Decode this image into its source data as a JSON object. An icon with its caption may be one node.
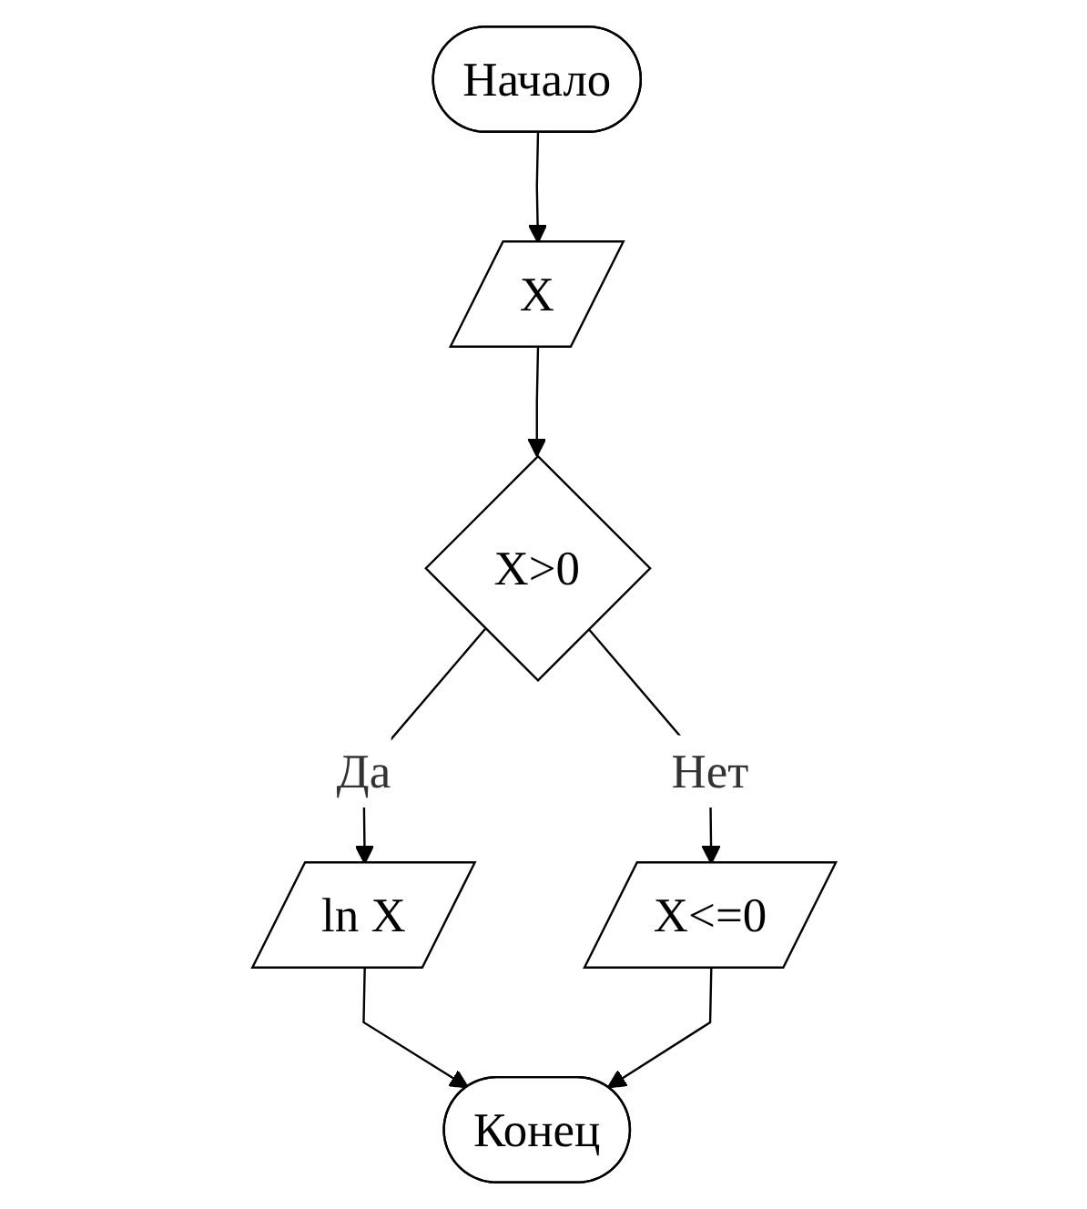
{
  "diagram": {
    "nodes": [
      {
        "text": [
          "Начало"
        ]
      },
      {
        "text": [
          "X"
        ]
      },
      {
        "text": [
          "X>0"
        ]
      },
      {
        "text": [
          "ln X"
        ]
      },
      {
        "text": [
          "X<=0"
        ]
      },
      {
        "text": [
          "Конец"
        ]
      }
    ],
    "edges": [
      {
        "from": 0,
        "to": 1,
        "arrow": "to"
      },
      {
        "from": 1,
        "to": 2,
        "arrow": "to"
      },
      {
        "from": 2,
        "to": 3,
        "arrow": "to",
        "label": "Да"
      },
      {
        "from": 2,
        "to": 4,
        "arrow": "to",
        "label": "Нет"
      },
      {
        "from": 3,
        "to": 5,
        "arrow": "to"
      },
      {
        "from": 4,
        "to": 5,
        "arrow": "to"
      }
    ]
  }
}
